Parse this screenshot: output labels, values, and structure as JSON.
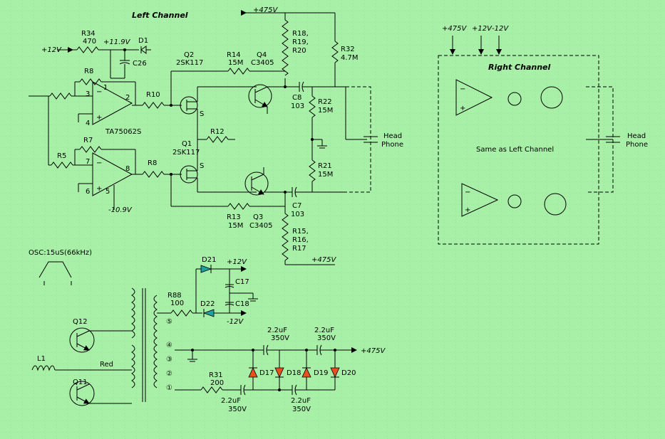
{
  "titles": {
    "left_channel": "Left Channel",
    "right_channel": "Right Channel",
    "same_as": "Same as Left Channel"
  },
  "rails": {
    "p475_top": "+475V",
    "p475_bottom": "+475V",
    "p475_out": "+475V",
    "p12_in": "+12V",
    "p11_9": "+11.9V",
    "n10_9": "-10.9V",
    "p12_out": "+12V",
    "n12_out": "-12V",
    "right_p475": "+475V",
    "right_p12": "+12V",
    "right_n12": "-12V"
  },
  "parts": {
    "R34": "R34",
    "R34v": "470",
    "D1": "D1",
    "C26": "C26",
    "R8a": "R8",
    "R7": "R7",
    "R5": "R5",
    "R8b": "R8",
    "R10": "R10",
    "opamp": "TA75062S",
    "pin3": "3",
    "pin4": "4",
    "pin2": "2",
    "pin1": "1",
    "pin7": "7",
    "pin6": "6",
    "pin5": "5",
    "pin8": "8",
    "Q2": "Q2",
    "Q2t": "2SK117",
    "Q1": "Q1",
    "Q1t": "2SK117",
    "S1": "S",
    "S2": "S",
    "R14": "R14",
    "R14v": "15M",
    "Q4": "Q4",
    "Q4t": "C3405",
    "R13": "R13",
    "R13v": "15M",
    "Q3": "Q3",
    "Q3t": "C3405",
    "R12": "R12",
    "R18": "R18,",
    "R19": "R19,",
    "R20": "R20",
    "R15": "R15,",
    "R16": "R16,",
    "R17": "R17",
    "C8": "C8",
    "C8v": "103",
    "C7": "C7",
    "C7v": "103",
    "R22": "R22",
    "R22v": "15M",
    "R21": "R21",
    "R21v": "15M",
    "R32": "R32",
    "R32v": "4.7M",
    "head1": "Head",
    "phone1": "Phone",
    "head2": "Head",
    "phone2": "Phone",
    "osc": "OSC:15uS(66kHz)",
    "D21": "D21",
    "D22": "D22",
    "C17": "C17",
    "C18": "C18",
    "R88": "R88",
    "R88v": "100",
    "Q12": "Q12",
    "Q11": "Q11",
    "L1": "L1",
    "red": "Red",
    "t5": "⑤",
    "t4": "④",
    "t3": "③",
    "t2": "②",
    "t1": "①",
    "R31": "R31",
    "R31v": "200",
    "c22a": "2.2uF",
    "c22a_v": "350V",
    "c22b": "2.2uF",
    "c22b_v": "350V",
    "c22c": "2.2uF",
    "c22c_v": "350V",
    "c22d": "2.2uF",
    "c22d_v": "350V",
    "D17": "D17",
    "D18": "D18",
    "D19": "D19",
    "D20": "D20"
  }
}
